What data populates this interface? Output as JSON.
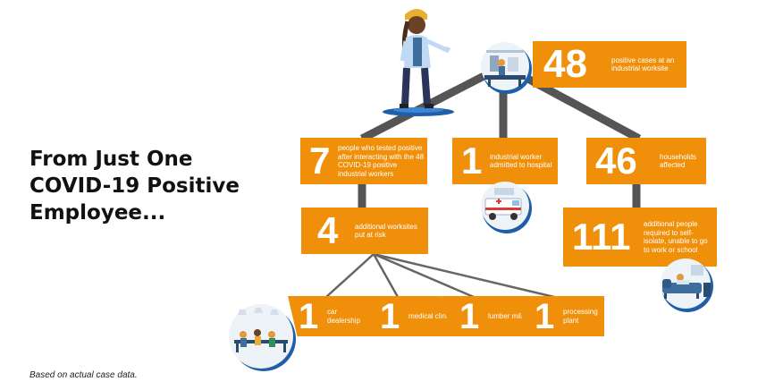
{
  "title": "From Just One COVID-19 Positive Employee...",
  "note": "Based on actual case data.",
  "colors": {
    "orange": "#F0900A",
    "connector": "#555555",
    "blue": "#1F5FA8"
  },
  "icons": [
    "worker-illustration",
    "worksite-illustration",
    "ambulance-illustration",
    "home-isolation-illustration",
    "office-illustration"
  ],
  "nodes": {
    "worksite": {
      "number": "48",
      "text": "positive cases at an industrial worksite"
    },
    "tested": {
      "number": "7",
      "text": "people who tested positive after interacting with the 48 COVID-19 positive industrial workers"
    },
    "hospital": {
      "number": "1",
      "text": "industrial worker admitted to hospital"
    },
    "households": {
      "number": "46",
      "text": "households affected"
    },
    "worksites": {
      "number": "4",
      "text": "additional worksites put at risk"
    },
    "isolate": {
      "number": "111",
      "text": "additional people required to self-isolate, unable to go to work or school"
    },
    "car": {
      "number": "1",
      "text": "car dealership"
    },
    "clinic": {
      "number": "1",
      "text": "medical clinic"
    },
    "lumber": {
      "number": "1",
      "text": "lumber mill"
    },
    "plant": {
      "number": "1",
      "text": "processing plant"
    }
  }
}
